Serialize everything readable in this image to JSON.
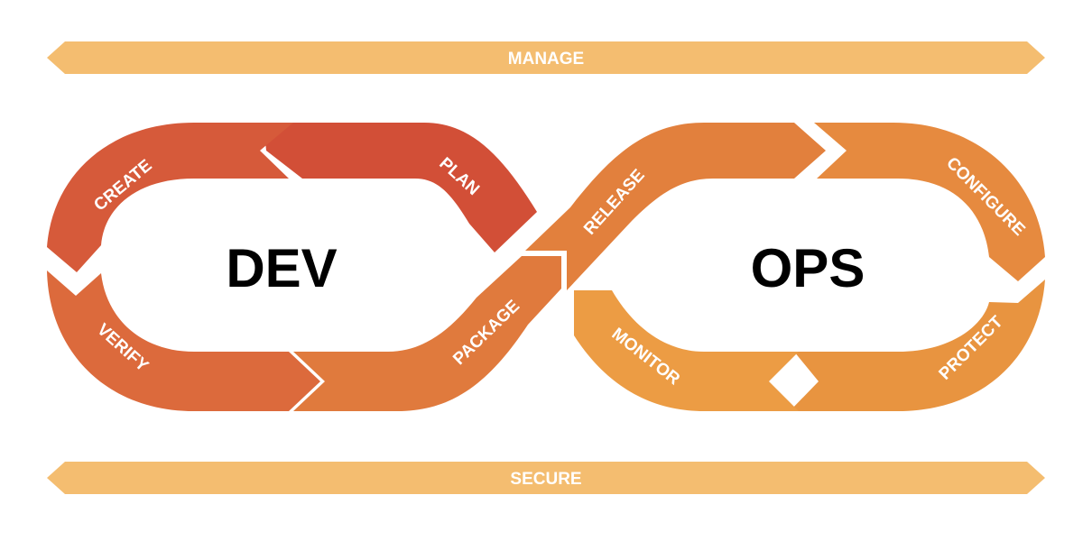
{
  "bands": {
    "top_label": "MANAGE",
    "bottom_label": "SECURE",
    "color": "#f4bd70"
  },
  "dev": {
    "title": "DEV",
    "stages": {
      "plan": "PLAN",
      "create": "CREATE",
      "verify": "VERIFY",
      "package": "PACKAGE"
    }
  },
  "ops": {
    "title": "OPS",
    "stages": {
      "release": "RELEASE",
      "configure": "CONFIGURE",
      "protect": "PROTECT",
      "monitor": "MONITOR"
    }
  },
  "colors": {
    "plan": "#d24f37",
    "create": "#d65a3a",
    "verify": "#dc6a3c",
    "package": "#e07a3d",
    "release": "#e2803d",
    "configure": "#e68a3f",
    "protect": "#e89440",
    "monitor": "#ec9c44"
  }
}
